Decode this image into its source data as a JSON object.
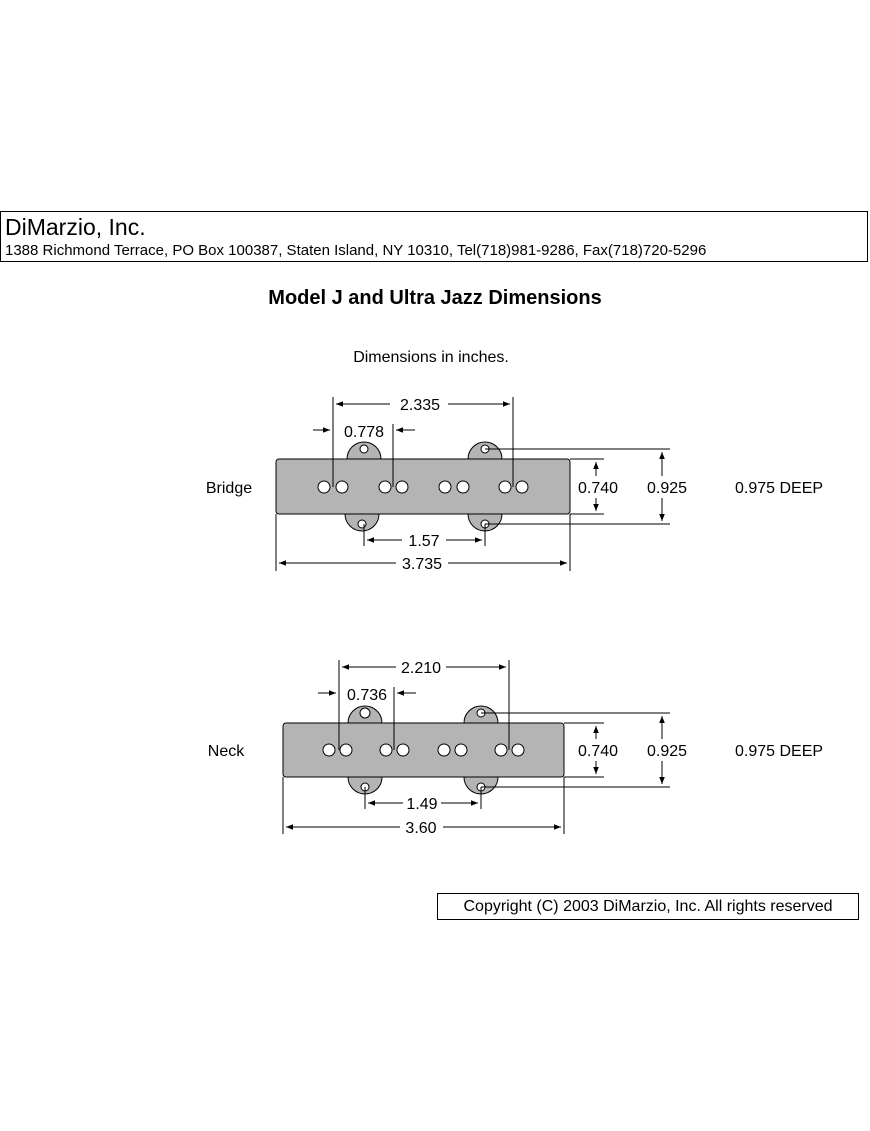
{
  "header": {
    "company": "DiMarzio, Inc.",
    "address": "1388 Richmond Terrace, PO Box 100387, Staten Island, NY 10310, Tel(718)981-9286, Fax(718)720-5296"
  },
  "title": "Model J and Ultra Jazz Dimensions",
  "units_note": "Dimensions in inches.",
  "colors": {
    "pickup_fill": "#b4b4b4",
    "line": "#000000",
    "background": "#ffffff"
  },
  "pickups": {
    "bridge": {
      "label": "Bridge",
      "pole_spacing": "2.335",
      "pole_pair_gap": "0.778",
      "mount_spacing": "1.57",
      "overall_length": "3.735",
      "body_width": "0.740",
      "ear_width": "0.925",
      "depth": "0.975 DEEP"
    },
    "neck": {
      "label": "Neck",
      "pole_spacing": "2.210",
      "pole_pair_gap": "0.736",
      "mount_spacing": "1.49",
      "overall_length": "3.60",
      "body_width": "0.740",
      "ear_width": "0.925",
      "depth": "0.975 DEEP"
    }
  },
  "copyright": "Copyright (C) 2003 DiMarzio, Inc. All rights reserved"
}
